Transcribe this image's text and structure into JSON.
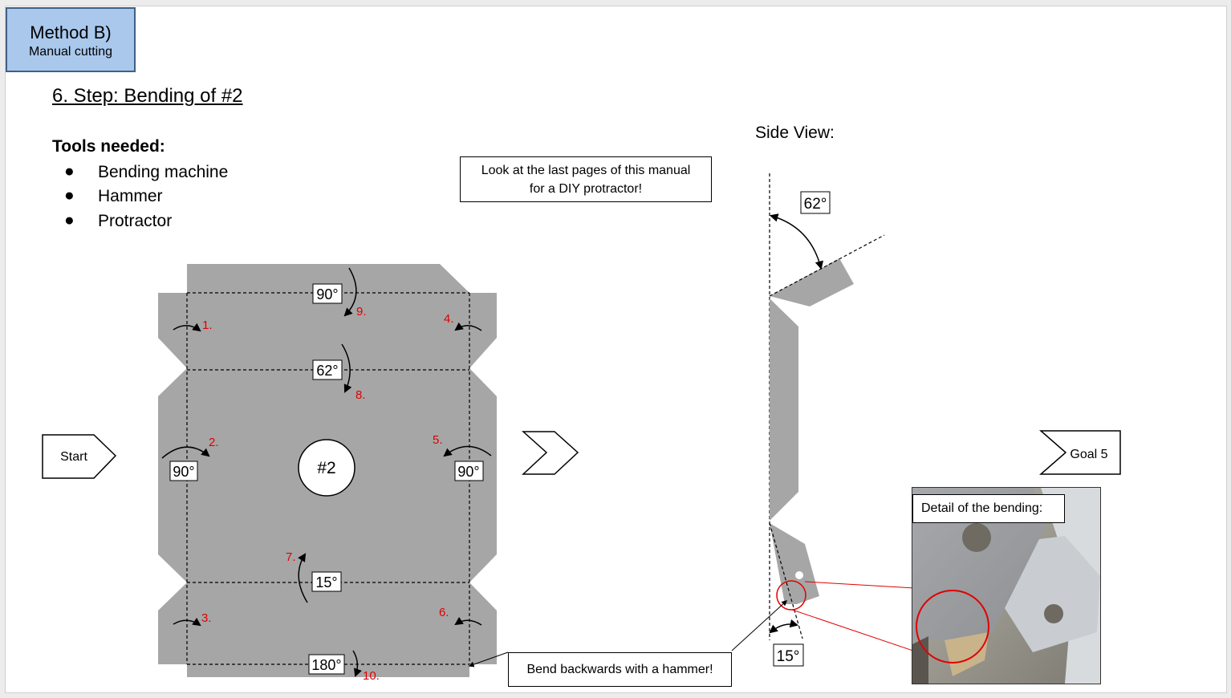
{
  "method": {
    "title": "Method B)",
    "subtitle": "Manual cutting"
  },
  "step_title": "6. Step: Bending of #2",
  "tools": {
    "heading": "Tools needed:",
    "items": [
      "Bending machine",
      "Hammer",
      "Protractor"
    ]
  },
  "notes": {
    "protractor_line1": "Look at the last pages of this manual",
    "protractor_line2": "for a DIY protractor!",
    "hammer": "Bend backwards with a hammer!"
  },
  "side_view_label": "Side View:",
  "nav": {
    "start": "Start",
    "goal": "Goal 5"
  },
  "part_label": "#2",
  "angles": {
    "top": "90°",
    "upper": "62°",
    "left": "90°",
    "right": "90°",
    "lower": "15°",
    "bottom": "180°",
    "side_top": "62°",
    "side_bottom": "15°"
  },
  "steps": [
    "1.",
    "2.",
    "3.",
    "4.",
    "5.",
    "6.",
    "7.",
    "8.",
    "9.",
    "10."
  ],
  "detail_label": "Detail of the bending:",
  "colors": {
    "sheet": "#a6a6a6",
    "accent": "#e00000",
    "header_fill": "#a9c8ec"
  }
}
